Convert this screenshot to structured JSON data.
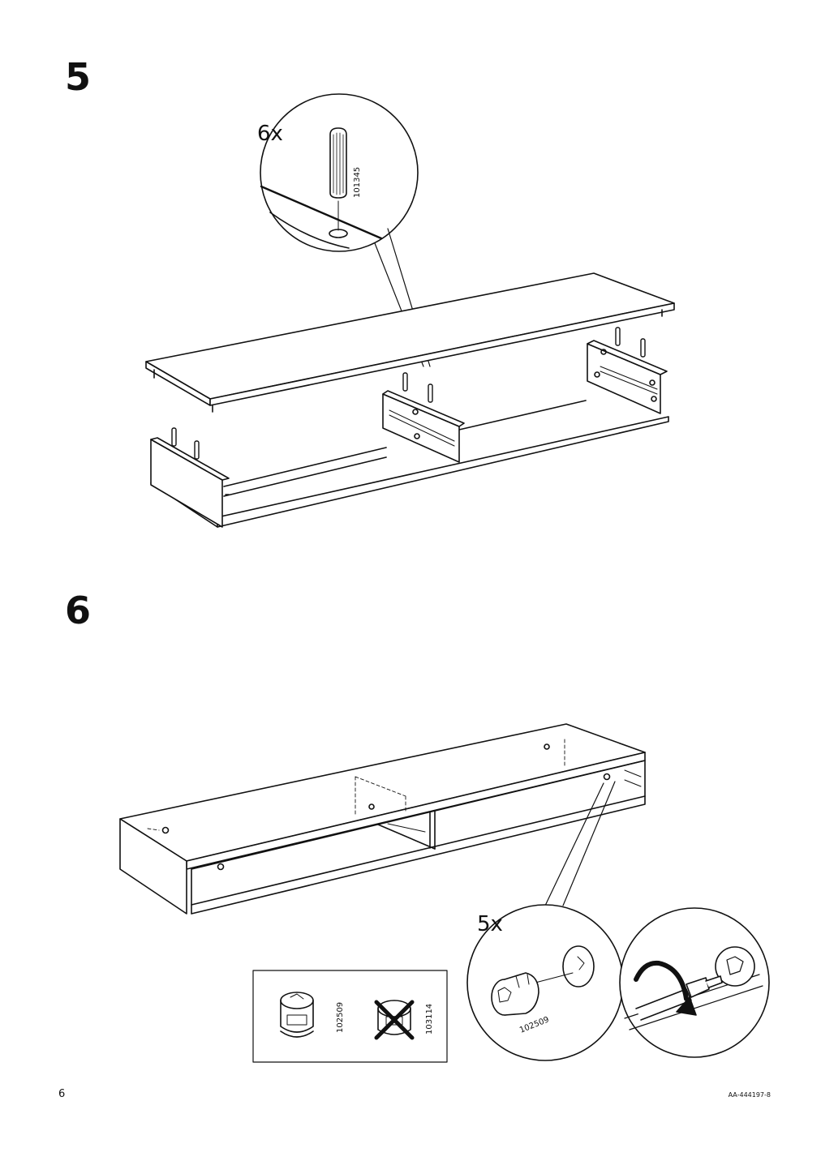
{
  "steps": [
    {
      "number": "5",
      "callout": {
        "quantity": "6x",
        "part_number": "101345"
      }
    },
    {
      "number": "6",
      "callout": {
        "quantity": "5x",
        "part_number": "102509"
      },
      "fitting_info": {
        "correct_part": "102509",
        "incorrect_part": "103114"
      }
    }
  ],
  "footer": {
    "page_number": "6",
    "document_code": "AA-444197-8"
  }
}
